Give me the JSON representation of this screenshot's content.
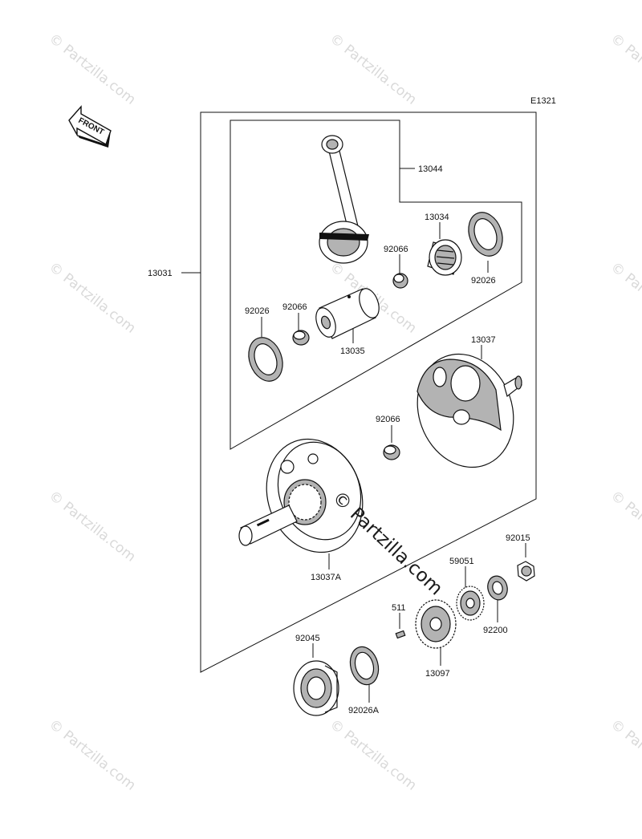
{
  "diagram_code": "E1321",
  "front_label": "FRONT",
  "labels": {
    "p13031": "13031",
    "p13044": "13044",
    "p13034": "13034",
    "p92066a": "92066",
    "p92026a": "92026",
    "p92026b": "92026",
    "p92066b": "92066",
    "p13035": "13035",
    "p13037": "13037",
    "p92066c": "92066",
    "p13037A": "13037A",
    "p92015": "92015",
    "p59051": "59051",
    "p511": "511",
    "p92200": "92200",
    "p92045": "92045",
    "p13097": "13097",
    "p92026A": "92026A"
  },
  "watermark": {
    "small": "© Partzilla.com",
    "large": "© Partzilla.com"
  },
  "colors": {
    "line": "#111111",
    "part_fill": "#b3b3b3",
    "watermark": "#d9d9d9"
  }
}
